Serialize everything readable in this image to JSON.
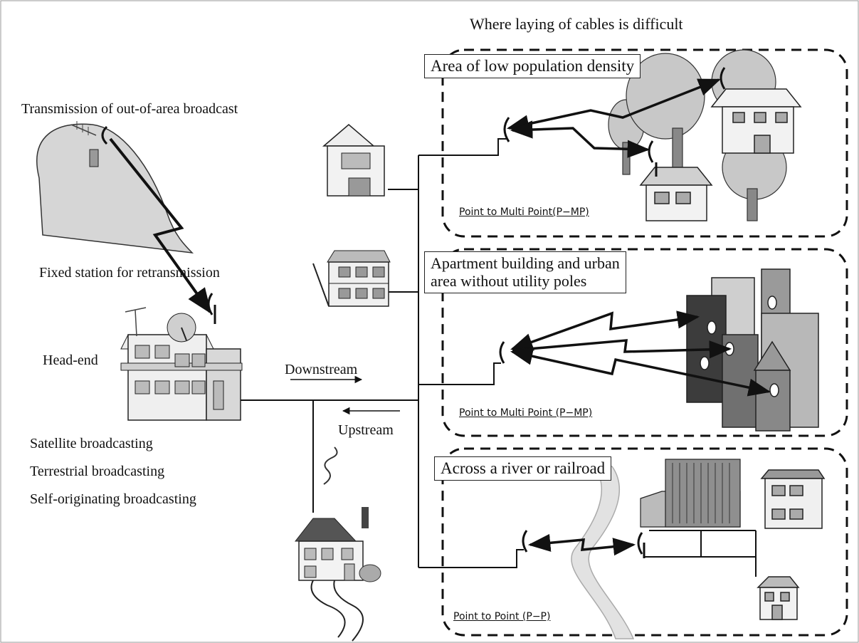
{
  "header": {
    "title": "Where laying of cables is difficult"
  },
  "labels": {
    "transmission": "Transmission of out-of-area broadcast",
    "fixed_station": "Fixed station for retransmission",
    "head_end": "Head-end",
    "downstream": "Downstream",
    "upstream": "Upstream",
    "sources": [
      "Satellite broadcasting",
      "Terrestrial broadcasting",
      "Self-originating broadcasting"
    ]
  },
  "areas": [
    {
      "title": "Area of low population density",
      "link_type": "Point to Multi Point(P−MP)"
    },
    {
      "title_line1": "Apartment building and urban",
      "title_line2": "area without utility poles",
      "link_type": "Point to Multi Point (P−MP)"
    },
    {
      "title": "Across a river or railroad",
      "link_type": "Point to Point (P−P)"
    }
  ],
  "colors": {
    "line": "#111111",
    "hill": "#d9d9d9",
    "building_light": "#e8e8e8",
    "building_dark": "#8a8a8a",
    "tree": "#bdbdbd"
  }
}
